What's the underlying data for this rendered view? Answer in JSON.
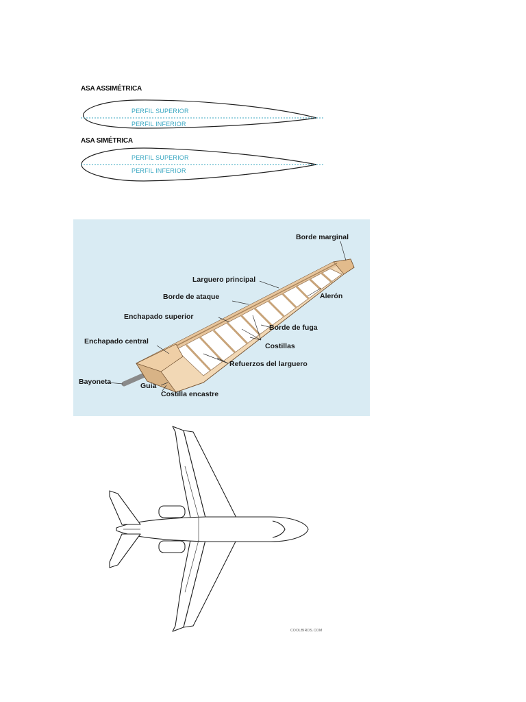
{
  "airfoils": {
    "asymmetric": {
      "title": "ASA ASSIMÉTRICA",
      "upper_label": "PERFIL SUPERIOR",
      "lower_label": "PERFIL INFERIOR"
    },
    "symmetric": {
      "title": "ASA SIMÉTRICA",
      "upper_label": "PERFIL SUPERIOR",
      "lower_label": "PERFIL INFERIOR"
    },
    "chord_line_color": "#3aa7c2"
  },
  "wing_diagram": {
    "background_color": "#d9ebf3",
    "skin_color": "#f2d8b5",
    "labels": {
      "borde_marginal": "Borde marginal",
      "larguero_principal": "Larguero principal",
      "aleron": "Alerón",
      "borde_de_ataque": "Borde de ataque",
      "enchapado_superior": "Enchapado superior",
      "borde_de_fuga": "Borde de fuga",
      "enchapado_central": "Enchapado central",
      "costillas": "Costillas",
      "refuerzos_del_larguero": "Refuerzos del larguero",
      "bayoneta": "Bayoneta",
      "guia": "Guia",
      "costilla_encastre": "Costilla encastre"
    }
  },
  "aircraft": {
    "credit": "COOLBIRDS.COM"
  }
}
